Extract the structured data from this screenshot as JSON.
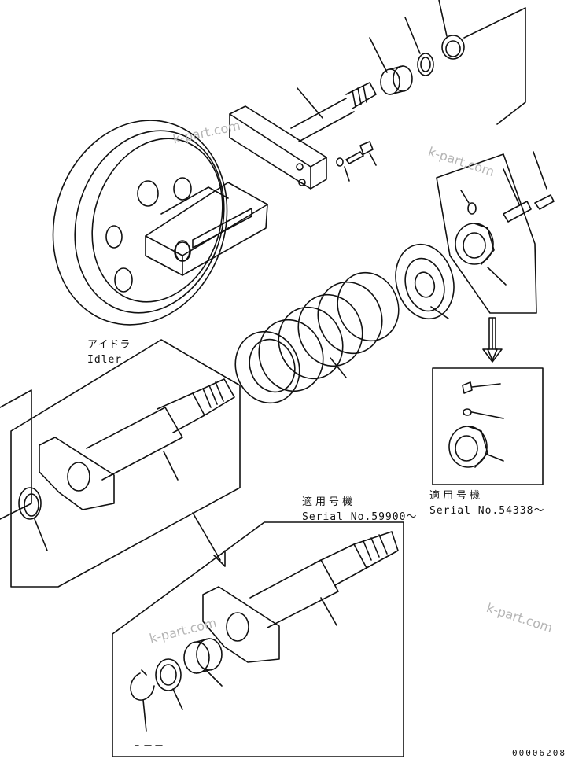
{
  "diagram": {
    "labels": {
      "idler_jp": "アイドラ",
      "idler_en": "Idler",
      "serial_a_jp": "適用号機",
      "serial_a": "Serial No.59900〜",
      "serial_b_jp": "適用号機",
      "serial_b": "Serial No.54338〜",
      "figure_number": "00006208"
    },
    "watermark_text": "k-part.com",
    "colors": {
      "line": "#111111",
      "watermark": "#b5b5b5",
      "background": "#ffffff"
    }
  }
}
